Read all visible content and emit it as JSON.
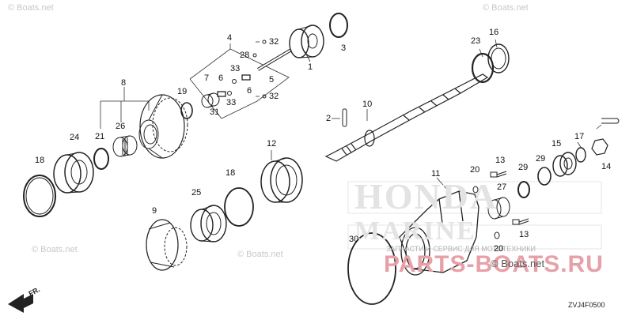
{
  "diagram_code": "ZVJ4F0500",
  "direction_label": "FR.",
  "watermarks": {
    "boats_net": "© Boats.net",
    "brand_text": "HONDA",
    "marine_text": "MARINE",
    "red_site": "PARTS-BOATS.RU",
    "tagline": "ЗАПЧАСТИ И СЕРВИС ДЛЯ МОТОТЕХНИКИ"
  },
  "callouts": [
    "1",
    "2",
    "3",
    "4",
    "5",
    "6",
    "6",
    "7",
    "8",
    "9",
    "10",
    "11",
    "12",
    "13",
    "13",
    "14",
    "15",
    "16",
    "17",
    "18",
    "18",
    "19",
    "20",
    "20",
    "21",
    "23",
    "24",
    "25",
    "26",
    "27",
    "28",
    "29",
    "29",
    "30",
    "31",
    "32",
    "32",
    "33",
    "33"
  ]
}
